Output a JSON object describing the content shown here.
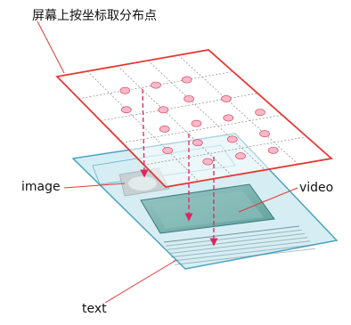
{
  "labels": {
    "title": "屏幕上按坐标取分布点",
    "image": "image",
    "video": "video",
    "text": "text"
  },
  "colors": {
    "grid_border": "#e53935",
    "grid_lines": "#8a8a8a",
    "points": "#f7b8c8",
    "points_stroke": "#d43a55",
    "arrows": "#e0245e",
    "page_fill": "#d6eef3",
    "page_border": "#4aa3c2",
    "video_fill": "#7fb7b6",
    "leader_lines": "#e53935"
  }
}
